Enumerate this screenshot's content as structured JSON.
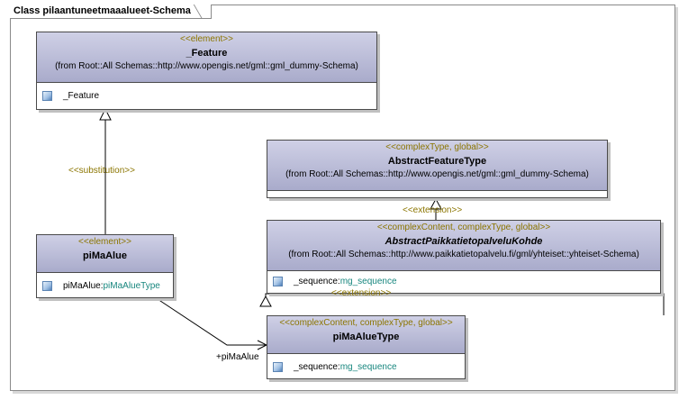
{
  "frame": {
    "title": "Class pilaantuneetmaaalueet-Schema"
  },
  "classes": {
    "feature": {
      "stereotype": "<<element>>",
      "name": "_Feature",
      "from": "(from Root::All Schemas::http://www.opengis.net/gml::gml_dummy-Schema)",
      "attr_name": "_Feature"
    },
    "abstract_feature_type": {
      "stereotype": "<<complexType, global>>",
      "name": "AbstractFeatureType",
      "from": "(from Root::All Schemas::http://www.opengis.net/gml::gml_dummy-Schema)"
    },
    "abstract_kohde": {
      "stereotype": "<<complexContent, complexType, global>>",
      "name": "AbstractPaikkatietopalveluKohde",
      "from": "(from Root::All Schemas::http://www.paikkatietopalvelu.fi/gml/yhteiset::yhteiset-Schema)",
      "attr_name": "_sequence:",
      "attr_type": "mg_sequence"
    },
    "pimaalue": {
      "stereotype": "<<element>>",
      "name": "piMaAlue",
      "attr_name": "piMaAlue:",
      "attr_type": "piMaAlueType"
    },
    "pimaalue_type": {
      "stereotype": "<<complexContent, complexType, global>>",
      "name": "piMaAlueType",
      "attr_name": "_sequence:",
      "attr_type": "mg_sequence"
    }
  },
  "relations": {
    "substitution": "<<substitution>>",
    "extension_top": "<<extension>>",
    "extension_bottom": "<<extension>>",
    "association_role": "+piMaAlue"
  }
}
